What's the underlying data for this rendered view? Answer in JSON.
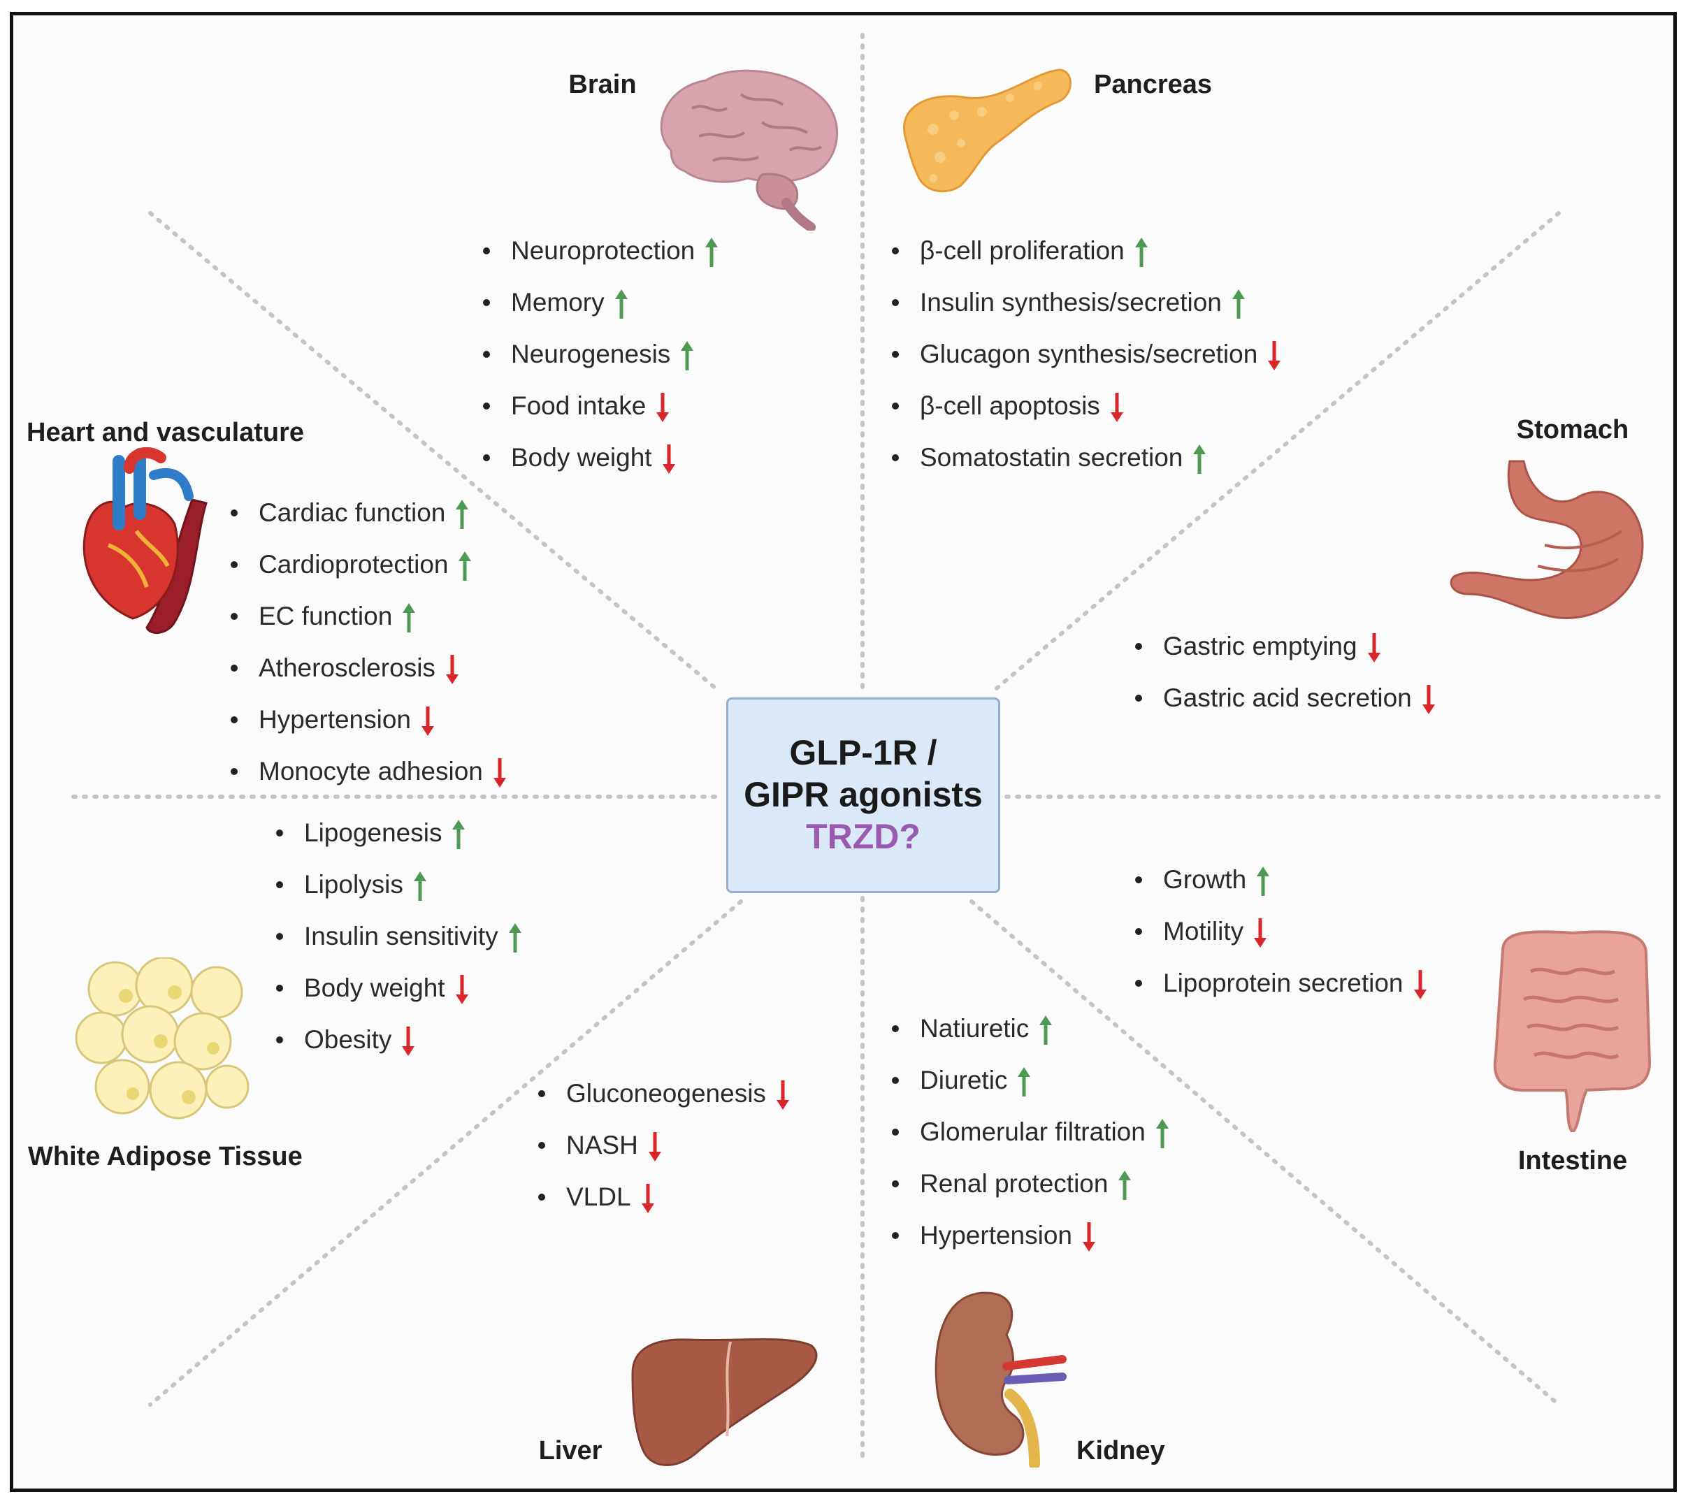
{
  "center": {
    "line1": "GLP-1R /",
    "line2": "GIPR agonists",
    "line3": "TRZD?"
  },
  "colors": {
    "up_arrow": "#4f9a52",
    "down_arrow": "#d8262b",
    "question_text": "#9a5ab0",
    "center_box_fill": "#dbe8f7"
  },
  "organs": {
    "brain": {
      "title": "Brain",
      "icon": "brain-icon",
      "effects": [
        {
          "text": "Neuroprotection",
          "dir": "up"
        },
        {
          "text": "Memory",
          "dir": "up"
        },
        {
          "text": "Neurogenesis",
          "dir": "up"
        },
        {
          "text": "Food intake",
          "dir": "down"
        },
        {
          "text": "Body weight",
          "dir": "down"
        }
      ]
    },
    "pancreas": {
      "title": "Pancreas",
      "icon": "pancreas-icon",
      "effects": [
        {
          "text": "β-cell proliferation",
          "dir": "up"
        },
        {
          "text": "Insulin synthesis/secretion",
          "dir": "up"
        },
        {
          "text": "Glucagon synthesis/secretion",
          "dir": "down"
        },
        {
          "text": "β-cell apoptosis",
          "dir": "down"
        },
        {
          "text": "Somatostatin secretion",
          "dir": "up"
        }
      ]
    },
    "heart": {
      "title": "Heart and vasculature",
      "icon": "heart-icon",
      "effects": [
        {
          "text": "Cardiac function",
          "dir": "up"
        },
        {
          "text": "Cardioprotection",
          "dir": "up"
        },
        {
          "text": "EC function",
          "dir": "up"
        },
        {
          "text": "Atherosclerosis",
          "dir": "down"
        },
        {
          "text": "Hypertension",
          "dir": "down"
        },
        {
          "text": "Monocyte adhesion",
          "dir": "down"
        }
      ]
    },
    "stomach": {
      "title": "Stomach",
      "icon": "stomach-icon",
      "effects": [
        {
          "text": "Gastric emptying",
          "dir": "down"
        },
        {
          "text": "Gastric acid secretion",
          "dir": "down"
        }
      ]
    },
    "adipose": {
      "title": "White Adipose Tissue",
      "icon": "adipose-tissue-icon",
      "effects": [
        {
          "text": "Lipogenesis",
          "dir": "up"
        },
        {
          "text": "Lipolysis",
          "dir": "up"
        },
        {
          "text": "Insulin sensitivity",
          "dir": "up"
        },
        {
          "text": "Body weight",
          "dir": "down"
        },
        {
          "text": "Obesity",
          "dir": "down"
        }
      ]
    },
    "intestine": {
      "title": "Intestine",
      "icon": "intestine-icon",
      "effects": [
        {
          "text": "Growth",
          "dir": "up"
        },
        {
          "text": "Motility",
          "dir": "down"
        },
        {
          "text": "Lipoprotein secretion",
          "dir": "down"
        }
      ]
    },
    "liver": {
      "title": "Liver",
      "icon": "liver-icon",
      "effects": [
        {
          "text": "Gluconeogenesis",
          "dir": "down"
        },
        {
          "text": "NASH",
          "dir": "down"
        },
        {
          "text": "VLDL",
          "dir": "down"
        }
      ]
    },
    "kidney": {
      "title": "Kidney",
      "icon": "kidney-icon",
      "effects": [
        {
          "text": "Natiuretic",
          "dir": "up"
        },
        {
          "text": "Diuretic",
          "dir": "up"
        },
        {
          "text": "Glomerular filtration",
          "dir": "up"
        },
        {
          "text": "Renal protection",
          "dir": "up"
        },
        {
          "text": "Hypertension",
          "dir": "down"
        }
      ]
    }
  }
}
